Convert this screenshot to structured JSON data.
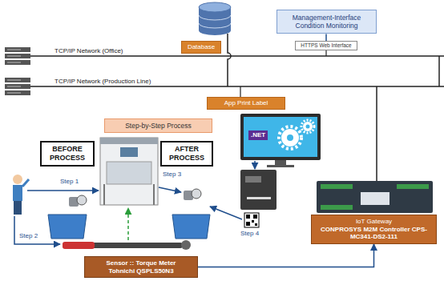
{
  "diagram": {
    "nodes": [
      {
        "text": [
          "Management-Interface Condition Monitoring"
        ]
      },
      {
        "text": [
          "HTTPS Web Interface"
        ]
      },
      {
        "text": [
          "Database"
        ]
      },
      {
        "text": [
          "App Print Label"
        ]
      },
      {
        "text": [
          "Step-by-Step Process"
        ]
      },
      {
        "text": [
          "BEFORE PROCESS"
        ]
      },
      {
        "text": [
          "AFTER PROCESS"
        ]
      },
      {
        "text": [
          "IoT Gateway",
          "CONPROSYS M2M Controller CPS-MC341-DS2-111"
        ]
      },
      {
        "text": [
          "Sensor :: Torque Meter",
          "Tohnichi QSPLS50N3"
        ]
      }
    ],
    "edges": [
      {
        "from": 1,
        "to": 0,
        "arrow": "none"
      },
      {
        "from": 8,
        "to": 7,
        "arrow": "to"
      }
    ],
    "labels": [
      "TCP/IP Network (Office)",
      "TCP/IP Network (Production Line)",
      "Step 1",
      "Step 2",
      "Step 3",
      "Step 4",
      ".NET"
    ]
  }
}
